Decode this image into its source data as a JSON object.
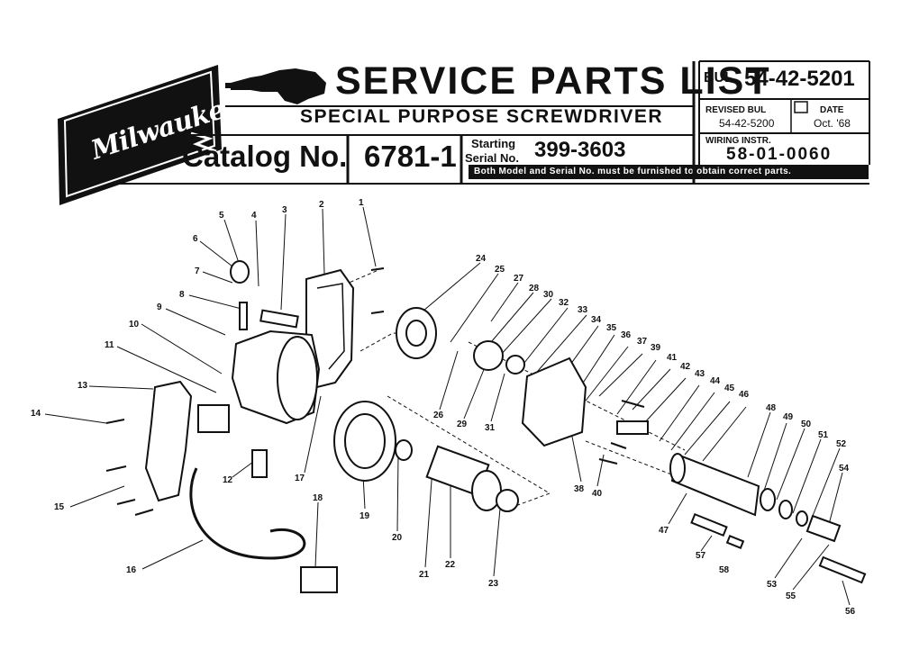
{
  "header": {
    "logo_text": "Milwaukee",
    "title": "SERVICE PARTS LIST",
    "subtitle": "SPECIAL PURPOSE SCREWDRIVER",
    "catalog_label": "Catalog No.",
    "catalog_no": "6781-1",
    "starting_label": "Starting",
    "serial_label": "Serial No.",
    "serial_no": "399-3603",
    "bul_label": "BUL.",
    "bul_no": "54-42-5201",
    "revised_label": "REVISED BUL",
    "revised_no": "54-42-5200",
    "date_label": "DATE",
    "date_value": "Oct. '68",
    "wiring_label": "WIRING INSTR.",
    "wiring_no": "58-01-0060",
    "note": "Both Model and Serial No. must be furnished to obtain correct parts."
  },
  "callouts": [
    "1",
    "2",
    "3",
    "4",
    "5",
    "6",
    "7",
    "8",
    "9",
    "10",
    "11",
    "12",
    "13",
    "14",
    "15",
    "16",
    "17",
    "18",
    "19",
    "20",
    "21",
    "22",
    "23",
    "24",
    "25",
    "26",
    "27",
    "28",
    "29",
    "30",
    "31",
    "32",
    "33",
    "34",
    "35",
    "36",
    "37",
    "38",
    "39",
    "40",
    "41",
    "42",
    "43",
    "44",
    "45",
    "46",
    "47",
    "48",
    "49",
    "50",
    "51",
    "52",
    "53",
    "54",
    "55",
    "56",
    "57",
    "58"
  ],
  "colors": {
    "ink": "#111111",
    "paper": "#ffffff"
  }
}
